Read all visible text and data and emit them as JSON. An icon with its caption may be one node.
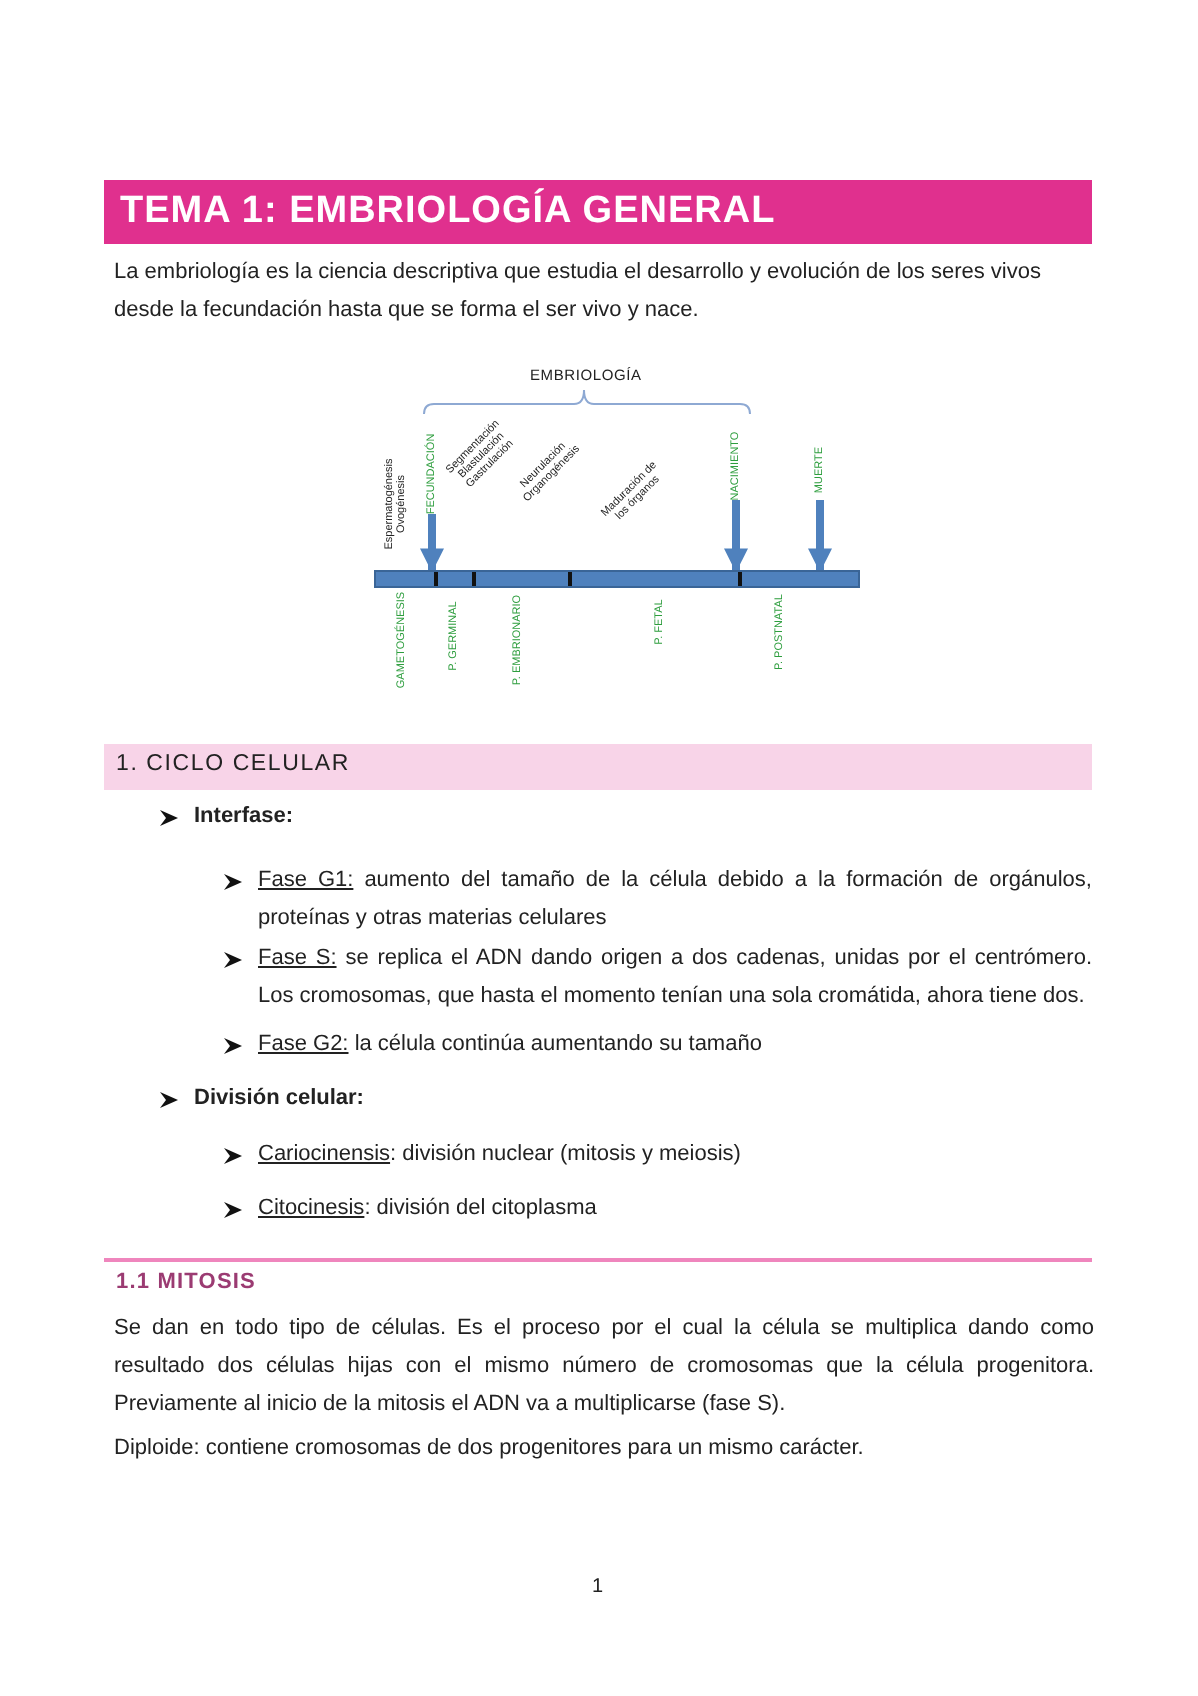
{
  "diagram": {
    "title": "TEMA 1: EMBRIOLOGÍA GENERAL",
    "nodes": [
      {
        "text": [
          "FECUNDACIÓN"
        ]
      },
      {
        "text": [
          "NACIMIENTO"
        ]
      },
      {
        "text": [
          "MUERTE"
        ]
      },
      {
        "text": [],
        "shape": "bar"
      }
    ],
    "edges": [
      {
        "from": 0,
        "to": 3,
        "arrow": "to"
      },
      {
        "from": 1,
        "to": 3,
        "arrow": "to"
      },
      {
        "from": 2,
        "to": 3,
        "arrow": "to"
      }
    ],
    "labels": [
      "La embriología es la ciencia descriptiva que estudia el desarrollo y evolución de los seres vivos desde la fecundación hasta que se forma el ser vivo y nace.",
      "EMBRIOLOGÍA",
      "Espermatogénesis Ovogénesis",
      "Segmentación Blastulación Gastrulación",
      "Neurulación Organogénesis",
      "Maduración de los órganos",
      "GAMETOGÉNESIS",
      "P. GERMINAL",
      "P. EMBRIONARIO",
      "P. FETAL",
      "P. POSTNATAL",
      "1. CICLO CELULAR",
      "Interfase:",
      "Fase G1:",
      "aumento del tamaño de la célula debido a la formación de orgánulos, proteínas y otras materias celulares",
      "Fase S:",
      "se replica el ADN dando origen a dos cadenas, unidas por el centrómero. Los cromosomas, que hasta el momento tenían una sola cromátida, ahora tiene dos.",
      "Fase G2:",
      "la célula continúa aumentando su tamaño",
      "División celular:",
      "Cariocinensis",
      ": división nuclear (mitosis y meiosis)",
      "Citocinesis",
      ": división del citoplasma",
      "1.1 MITOSIS",
      "Se dan en todo tipo de células. Es el proceso por el cual la célula se multiplica dando como resultado dos células hijas con el mismo número de cromosomas que la célula progenitora. Previamente al inicio de la mitosis el ADN va a multiplicarse (fase S).",
      "Diploide: contiene cromosomas de dos progenitores para un mismo carácter.",
      "1"
    ]
  }
}
